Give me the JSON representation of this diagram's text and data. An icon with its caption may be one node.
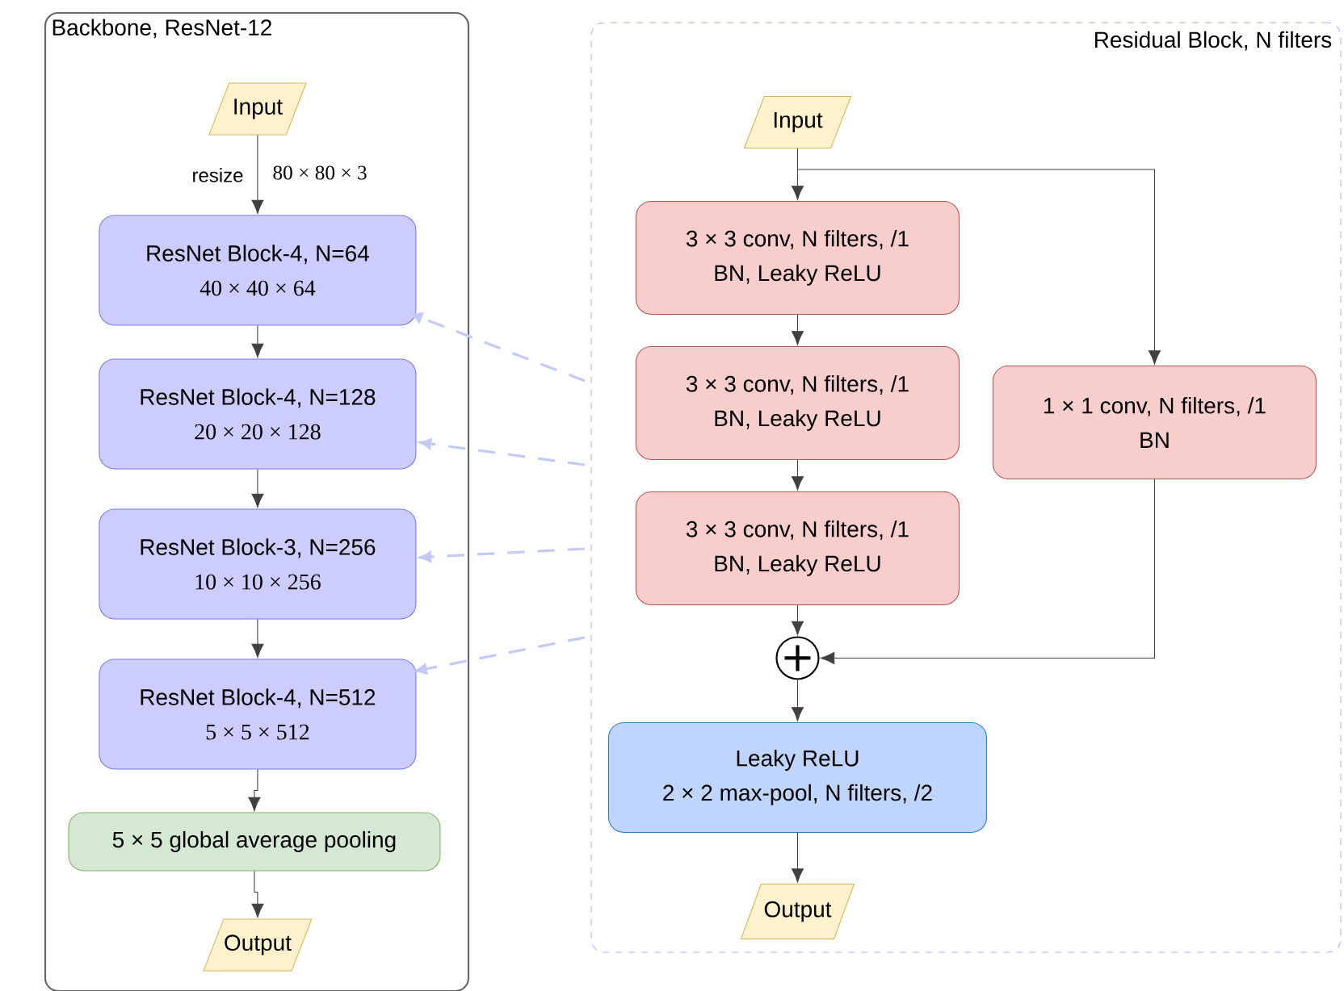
{
  "diagram": {
    "nodes": [
      {
        "text": [
          "Backbone, ResNet-12"
        ]
      },
      {
        "text": [
          "Input"
        ],
        "in": 0
      },
      {
        "text": [
          "ResNet Block-4, N=64",
          "40 × 40 × 64"
        ],
        "in": 0
      },
      {
        "text": [
          "ResNet Block-4, N=128",
          "20 × 20 × 128"
        ],
        "in": 0
      },
      {
        "text": [
          "ResNet Block-3, N=256",
          "10 × 10 × 256"
        ],
        "in": 0
      },
      {
        "text": [
          "ResNet Block-4, N=512",
          "5 × 5 × 512"
        ],
        "in": 0
      },
      {
        "text": [
          "5 × 5 global average pooling"
        ],
        "in": 0
      },
      {
        "text": [
          "Output"
        ],
        "in": 0
      },
      {
        "text": [
          "Residual Block, N filters"
        ]
      },
      {
        "text": [
          "Input"
        ],
        "in": 8
      },
      {
        "text": [
          "3 × 3 conv, N filters, /1",
          "BN, Leaky ReLU"
        ],
        "in": 8
      },
      {
        "text": [
          "3 × 3 conv, N filters, /1",
          "BN, Leaky ReLU"
        ],
        "in": 8
      },
      {
        "text": [
          "3 × 3 conv, N filters, /1",
          "BN, Leaky ReLU"
        ],
        "in": 8
      },
      {
        "text": [
          "1 × 1 conv, N filters, /1",
          "BN"
        ],
        "in": 8
      },
      {
        "text": [],
        "shape": "circle",
        "in": 8
      },
      {
        "text": [
          "Leaky ReLU",
          "2 × 2 max-pool, N filters, /2"
        ],
        "in": 8
      },
      {
        "text": [
          "Output"
        ],
        "in": 8
      }
    ],
    "edges": [
      {
        "from": 1,
        "to": 2,
        "arrow": "to",
        "label": "resize"
      },
      {
        "from": 2,
        "to": 3,
        "arrow": "to"
      },
      {
        "from": 3,
        "to": 4,
        "arrow": "to"
      },
      {
        "from": 4,
        "to": 5,
        "arrow": "to"
      },
      {
        "from": 5,
        "to": 6,
        "arrow": "to"
      },
      {
        "from": 6,
        "to": 7,
        "arrow": "to"
      },
      {
        "from": 8,
        "to": 2,
        "arrow": "to",
        "style": "dashed",
        "color": "#c5c9f7"
      },
      {
        "from": 8,
        "to": 3,
        "arrow": "to",
        "style": "dashed",
        "color": "#c5c9f7"
      },
      {
        "from": 8,
        "to": 4,
        "arrow": "to",
        "style": "dashed",
        "color": "#c5c9f7"
      },
      {
        "from": 8,
        "to": 5,
        "arrow": "to",
        "style": "dashed",
        "color": "#c5c9f7"
      },
      {
        "from": 9,
        "to": 10,
        "arrow": "to"
      },
      {
        "from": 10,
        "to": 11,
        "arrow": "to"
      },
      {
        "from": 11,
        "to": 12,
        "arrow": "to"
      },
      {
        "from": 12,
        "to": 14,
        "arrow": "to"
      },
      {
        "from": 9,
        "to": 13,
        "arrow": "to"
      },
      {
        "from": 13,
        "to": 14,
        "arrow": "to"
      },
      {
        "from": 14,
        "to": 15,
        "arrow": "to"
      },
      {
        "from": 15,
        "to": 16,
        "arrow": "to"
      }
    ],
    "labels": [
      "80 × 80 × 3"
    ]
  }
}
